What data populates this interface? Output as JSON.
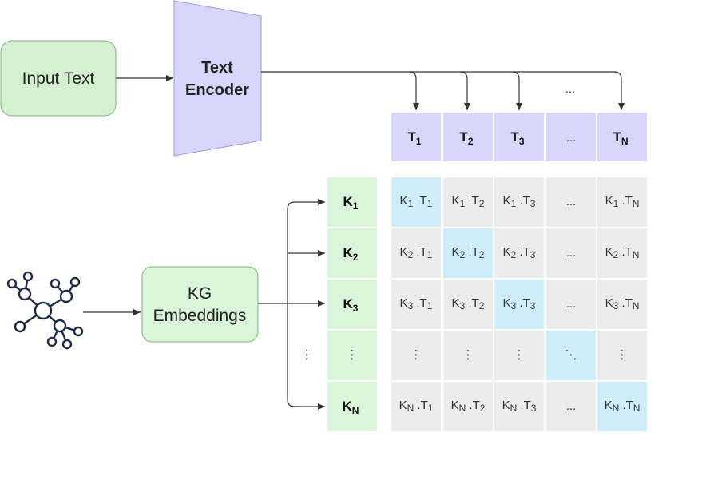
{
  "nodes": {
    "input_text": "Input Text",
    "text_encoder": [
      "Text",
      "Encoder"
    ],
    "kg_embeddings": [
      "KG",
      "Embeddings"
    ]
  },
  "ellipsis": "...",
  "vdots": "⋮",
  "ddots": "⋱",
  "columns": [
    {
      "base": "T",
      "sub": "1"
    },
    {
      "base": "T",
      "sub": "2"
    },
    {
      "base": "T",
      "sub": "3"
    },
    {
      "base": "",
      "sub": "",
      "ellipsis": true
    },
    {
      "base": "T",
      "sub": "N"
    }
  ],
  "rows": [
    {
      "base": "K",
      "sub": "1"
    },
    {
      "base": "K",
      "sub": "2"
    },
    {
      "base": "K",
      "sub": "3"
    },
    {
      "base": "",
      "sub": "",
      "ellipsis": true
    },
    {
      "base": "K",
      "sub": "N"
    }
  ],
  "colors": {
    "encoder_fill": "#d9d6fb",
    "encoder_stroke": "#9c98d6",
    "header_fill": "#d9d6fb",
    "input_fill": "#d5f0d1",
    "input_stroke": "#7fb57a",
    "kg_fill": "#daf5da",
    "kg_stroke": "#7fb57a",
    "row_fill": "#daf5da",
    "cell_fill": "#ececec",
    "diag_fill": "#cdeefa",
    "line": "#333333"
  }
}
